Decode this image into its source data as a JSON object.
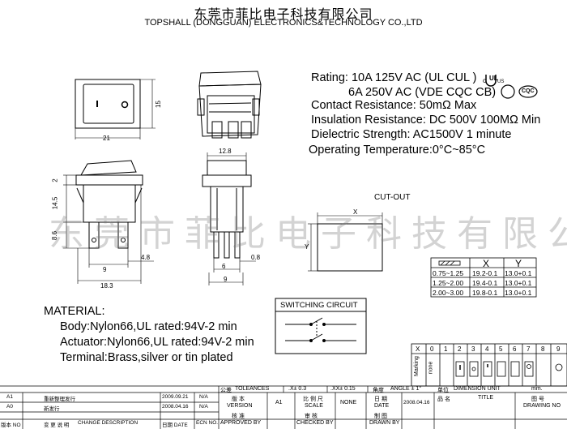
{
  "header": {
    "company_cn": "东莞市菲比电子科技有限公司",
    "company_en": "TOPSHALL (DONGGUAN) ELECTRONICS&TECHNOLOGY CO.,LTD"
  },
  "watermark": "东莞市菲比电子科技有限公司",
  "specs": {
    "rating_1": "Rating: 10A 125V AC (UL  CUL  )",
    "rating_2": "6A 250V AC (VDE CQC  CB)",
    "contact_resistance": "Contact Resistance: 50mΩ Max",
    "insulation_resistance": "Insulation Resistance: DC 500V 100MΩ Min",
    "dielectric_strength": "Dielectric Strength: AC1500V 1 minute",
    "operating_temperature": "Operating Temperature:0°C~85°C",
    "cert_ul": "UL",
    "cert_us": "US",
    "cert_c": "c",
    "cert_cqc": "CQC"
  },
  "dimensions": {
    "d21": "21",
    "d15": "15",
    "d12_8": "12.8",
    "d2": "2",
    "d14_5": "14.5",
    "d8_6": "8.6",
    "d9": "9",
    "d4_8": "4.8",
    "d18_3": "18.3",
    "d6": "6",
    "d0_8": "0.8",
    "d9b": "9",
    "dx": "X",
    "dy": "Y"
  },
  "cutout": {
    "title": "CUT-OUT",
    "col_x": "X",
    "col_y": "Y",
    "rows": [
      {
        "range": "0.75~1.25",
        "x": "19.2-0.1",
        "y": "13.0+0.1"
      },
      {
        "range": "1.25~2.00",
        "x": "19.4-0.1",
        "y": "13.0+0.1"
      },
      {
        "range": "2.00~3.00",
        "x": "19.8-0.1",
        "y": "13.0+0.1"
      }
    ]
  },
  "switching_circuit": {
    "title": "SWITCHING CIRCUIT"
  },
  "material": {
    "title": "MATERIAL:",
    "body": "Body:Nylon66,UL rated:94V-2 min",
    "actuator": "Actuator:Nylon66,UL rated:94V-2 min",
    "terminal": "Terminal:Brass,silver or tin plated"
  },
  "marking": {
    "header": [
      "X",
      "0",
      "1",
      "2",
      "3",
      "4",
      "5",
      "6",
      "7",
      "8",
      "9"
    ],
    "label": "Marking",
    "none": "none"
  },
  "title_block": {
    "tolerances_cn": "公差",
    "tolerances": "TOLEANCES",
    "tol_1": ".X± 0.3",
    "tol_2": ".XX± 0.15",
    "angle_cn": "角度",
    "angle": "ANGLE ± 1°",
    "unit_cn": "单位",
    "unit": "DIMENSION UNIT",
    "unit_value": "mm.",
    "version_cn": "版  本",
    "version": "VERSION",
    "version_value": "A1",
    "scale_cn": "比 例 尺",
    "scale": "SCALE",
    "scale_value": "NONE",
    "date_cn": "日  期",
    "date": "DATE",
    "date_value": "2008.04.16",
    "name_cn": "品 名",
    "title": "TITLE",
    "drawing_no_cn": "图  号",
    "drawing_no": "DRAWING NO",
    "approve_cn": "核  准",
    "approved": "APPROVED BY",
    "check_cn": "审  核",
    "checked": "CHECKED BY",
    "draw_cn": "制  图",
    "drawn": "DRAWN BY",
    "rev_rows": [
      {
        "ver": "A1",
        "desc": "重新整理发行",
        "date": "2009.09.21",
        "ecn": "N/A"
      },
      {
        "ver": "A0",
        "desc": "新发行",
        "date": "2008.04.16",
        "ecn": "N/A"
      }
    ],
    "rev_header": {
      "ver": "版本 NO",
      "desc_cn": "变 更 说 明",
      "desc": "CHANGE DESCRIPTION",
      "date": "日期 DATE",
      "ecn": "ECN NO."
    }
  }
}
